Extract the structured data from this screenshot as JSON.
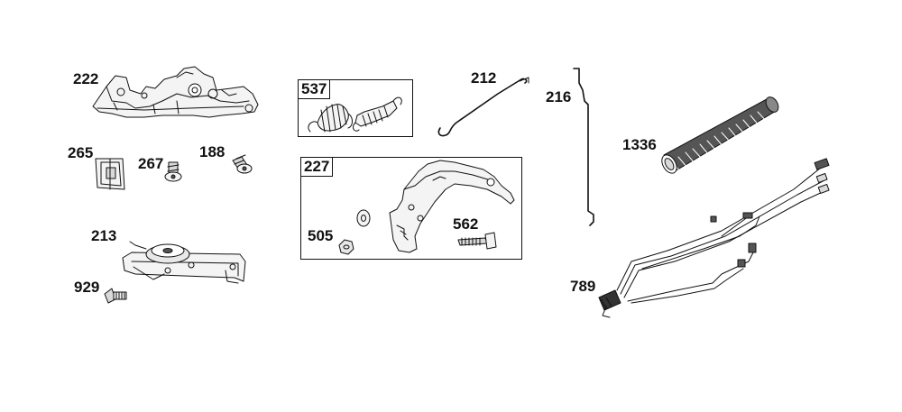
{
  "parts": {
    "p222": "222",
    "p265": "265",
    "p267": "267",
    "p188": "188",
    "p213": "213",
    "p929": "929",
    "p537": "537",
    "p227": "227",
    "p505": "505",
    "p562": "562",
    "p212": "212",
    "p216": "216",
    "p1336": "1336",
    "p789": "789"
  },
  "colors": {
    "line": "#111111",
    "fill_light": "#f4f4f4",
    "fill_mid": "#d9d9d9",
    "fill_dark": "#555555"
  }
}
